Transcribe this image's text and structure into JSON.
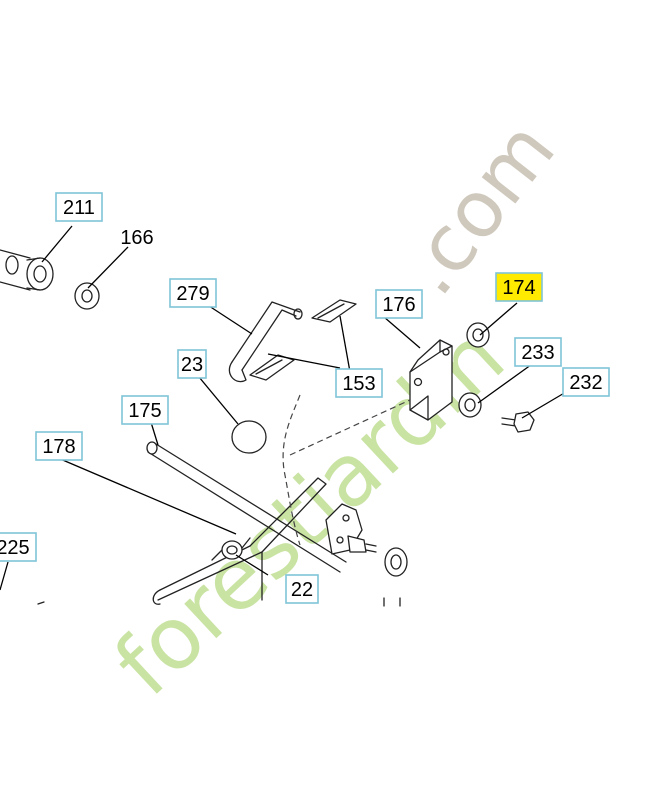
{
  "callouts": [
    {
      "id": "211",
      "highlight": false
    },
    {
      "id": "166",
      "highlight": false
    },
    {
      "id": "279",
      "highlight": false
    },
    {
      "id": "176",
      "highlight": false
    },
    {
      "id": "174",
      "highlight": true
    },
    {
      "id": "153",
      "highlight": false
    },
    {
      "id": "233",
      "highlight": false
    },
    {
      "id": "232",
      "highlight": false
    },
    {
      "id": "23",
      "highlight": false
    },
    {
      "id": "175",
      "highlight": false
    },
    {
      "id": "178",
      "highlight": false
    },
    {
      "id": "225",
      "highlight": false
    },
    {
      "id": "22",
      "highlight": false
    }
  ],
  "watermark": {
    "green_text": "forestjardin",
    "gray_text": ".com",
    "green_color": "#c9e3a3",
    "gray_color": "#cfc8bc"
  },
  "colors": {
    "box_border": "#7fc4d8",
    "highlight": "#ffea00",
    "line": "#222222"
  }
}
